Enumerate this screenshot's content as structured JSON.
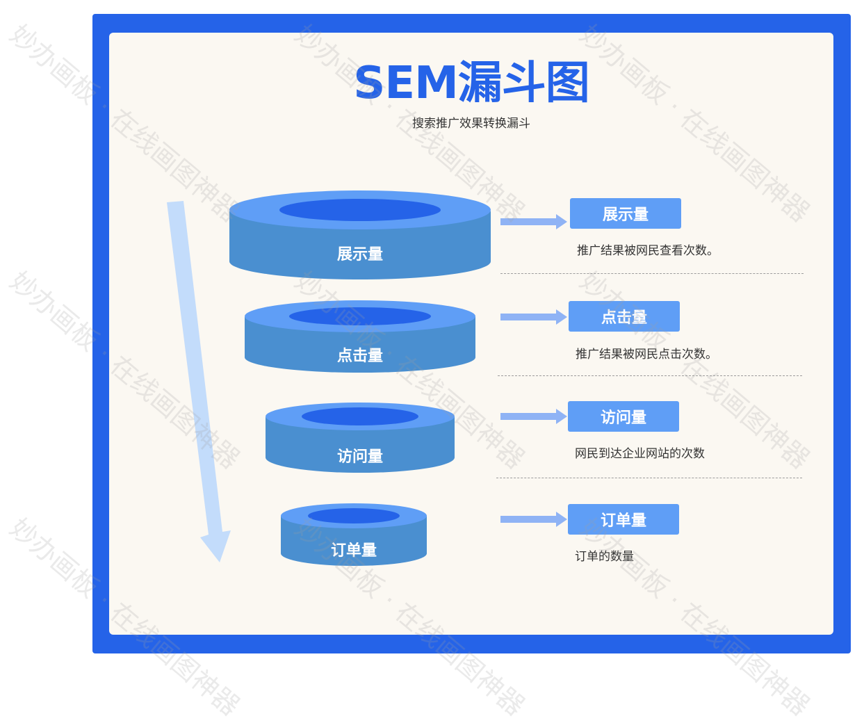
{
  "title": "SEM漏斗图",
  "subtitle": "搜索推广效果转换漏斗",
  "stages": [
    {
      "name": "展示量",
      "tag": "展示量",
      "desc": "推广结果被网民查看次数。"
    },
    {
      "name": "点击量",
      "tag": "点击量",
      "desc": "推广结果被网民点击次数。"
    },
    {
      "name": "访问量",
      "tag": "访问量",
      "desc": "网民到达企业网站的次数"
    },
    {
      "name": "订单量",
      "tag": "订单量",
      "desc": "订单的数量"
    }
  ],
  "watermark": "妙办画板 · 在线画图神器",
  "colors": {
    "frame": "#2563e8",
    "panel": "#fbf8f2",
    "cylinder_top": "#5f9ef6",
    "cylinder_side": "#4a8fd0",
    "cylinder_hole": "#2563e8",
    "tag": "#5f9ef6",
    "small_arrow": "#8fb3f5",
    "big_arrow": "#c3dcfb"
  }
}
